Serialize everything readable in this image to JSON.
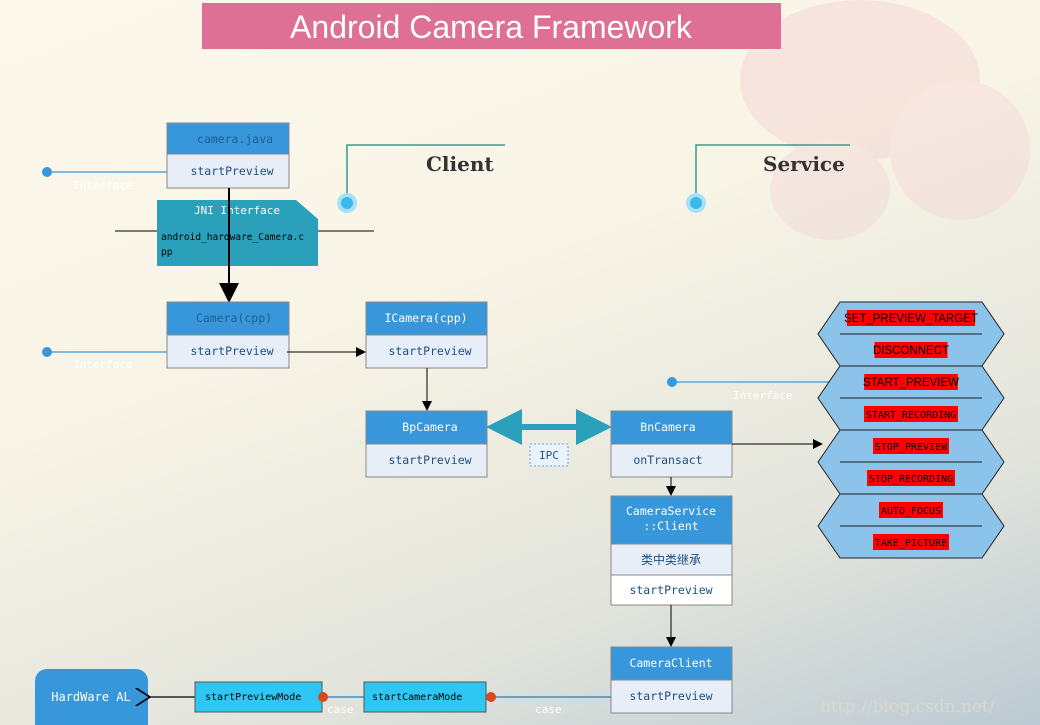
{
  "title": "Android Camera Framework",
  "sections": {
    "client": "Client",
    "service": "Service"
  },
  "interface_label": "Interface",
  "jni": {
    "title": "JNI Interface",
    "file_line1": "android_hardware_Camera.c",
    "file_line2": "pp"
  },
  "boxes": {
    "camera_java": {
      "header": "camera.java",
      "method": "startPreview"
    },
    "camera_cpp": {
      "header": "Camera(cpp)",
      "method": "startPreview"
    },
    "icamera_cpp": {
      "header": "ICamera(cpp)",
      "method": "startPreview"
    },
    "bpcamera": {
      "header": "BpCamera",
      "method": "startPreview"
    },
    "bncamera": {
      "header": "BnCamera",
      "method": "onTransact"
    },
    "camera_service_client": {
      "header1": "CameraService",
      "header2": "::Client",
      "row1": "类中类继承",
      "method": "startPreview"
    },
    "camera_client": {
      "header": "CameraClient",
      "method": "startPreview"
    }
  },
  "ipc_label": "IPC",
  "commands": [
    "SET_PREVIEW_TARGET",
    "DISCONNECT",
    "START_PREVIEW",
    "START_RECORDING",
    "STOP_PREVIEW",
    "STOP_RECORDING",
    "AUTO_FOCUS",
    "TAKE_PICTURE"
  ],
  "bottom": {
    "hal": "HardWare AL",
    "start_preview_mode": "startPreviewMode",
    "start_camera_mode": "startCameraMode",
    "case1": "case",
    "case2": "case"
  },
  "watermark": "http://blog.csdn.net/",
  "colors": {
    "title_bg": "#de7095",
    "header_blue": "#3897da",
    "body_blue": "#e8eef8",
    "hex_blue": "#8cc3ea",
    "cmd_red": "#ff0000",
    "teal": "#2ba0bb"
  }
}
